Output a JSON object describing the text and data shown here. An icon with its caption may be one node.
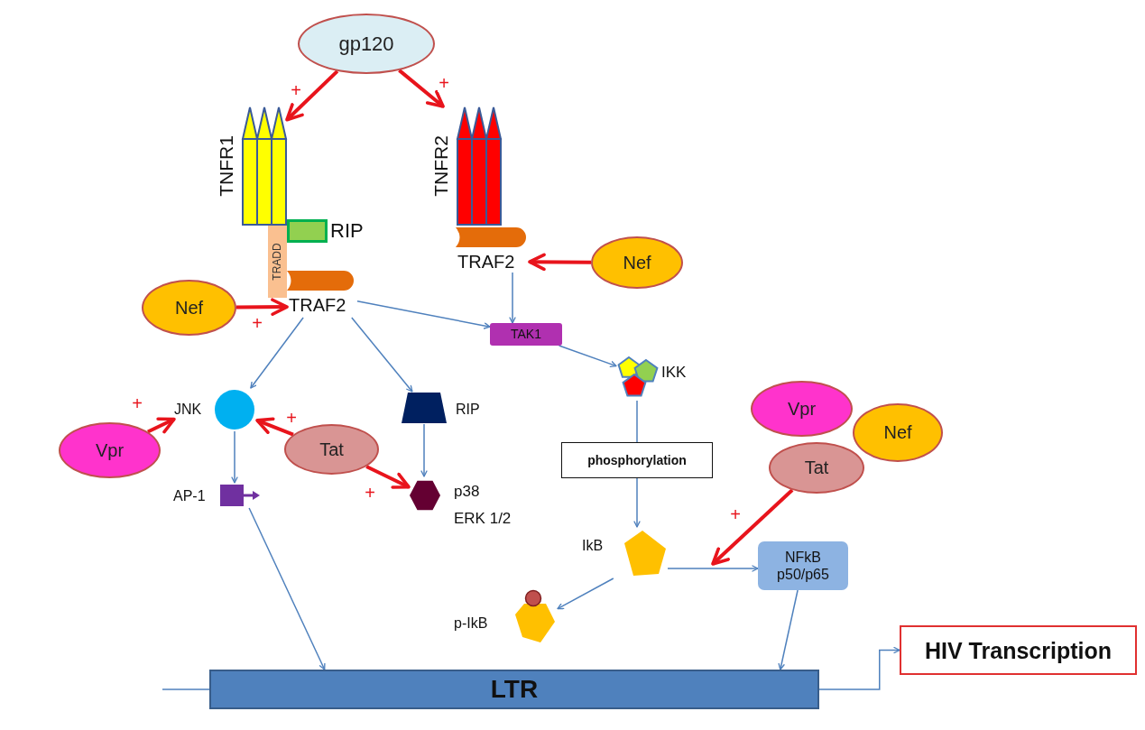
{
  "diagram": {
    "nodes": [
      {
        "text": [
          "gp120"
        ]
      },
      {
        "text": [
          "TNFR1"
        ]
      },
      {
        "text": [
          "TNFR2"
        ]
      },
      {
        "text": [
          "RIP"
        ]
      },
      {
        "text": [
          "TRADD"
        ]
      },
      {
        "text": [
          "TRAF2"
        ]
      },
      {
        "text": [
          "TRAF2"
        ]
      },
      {
        "text": [
          "Nef"
        ]
      },
      {
        "text": [
          "Nef"
        ]
      },
      {
        "text": [
          "TAK1"
        ]
      },
      {
        "text": [
          "IKK"
        ]
      },
      {
        "text": [
          "JNK"
        ]
      },
      {
        "text": [
          "Vpr"
        ]
      },
      {
        "text": [
          "Tat"
        ]
      },
      {
        "text": [
          "RIP"
        ]
      },
      {
        "text": [
          "AP-1"
        ]
      },
      {
        "text": [
          "p38",
          "ERK 1/2"
        ]
      },
      {
        "text": [
          "phosphorylation"
        ]
      },
      {
        "text": [
          "Vpr"
        ]
      },
      {
        "text": [
          "Nef"
        ]
      },
      {
        "text": [
          "Tat"
        ]
      },
      {
        "text": [
          "IkB"
        ]
      },
      {
        "text": [
          "NFkB p50/p65"
        ]
      },
      {
        "text": [
          "p-IkB"
        ]
      },
      {
        "text": [
          "LTR"
        ]
      },
      {
        "text": [
          "HIV Transcription"
        ]
      }
    ],
    "edges": [
      {
        "from": 0,
        "to": 1,
        "arrow": "to",
        "label": "+",
        "style": "thick",
        "color": "#e8141c"
      },
      {
        "from": 0,
        "to": 2,
        "arrow": "to",
        "label": "+",
        "style": "thick",
        "color": "#e8141c"
      },
      {
        "from": 8,
        "to": 5,
        "arrow": "to",
        "label": "+",
        "style": "thick",
        "color": "#e8141c"
      },
      {
        "from": 7,
        "to": 6,
        "arrow": "to",
        "style": "thick",
        "color": "#e8141c"
      },
      {
        "from": 5,
        "to": 9,
        "arrow": "to"
      },
      {
        "from": 6,
        "to": 9,
        "arrow": "to"
      },
      {
        "from": 5,
        "to": 11,
        "arrow": "to"
      },
      {
        "from": 5,
        "to": 14,
        "arrow": "to"
      },
      {
        "from": 9,
        "to": 10,
        "arrow": "to"
      },
      {
        "from": 10,
        "to": 17,
        "arrow": "none"
      },
      {
        "from": 17,
        "to": 21,
        "arrow": "to"
      },
      {
        "from": 12,
        "to": 11,
        "arrow": "to",
        "label": "+",
        "style": "thick",
        "color": "#e8141c"
      },
      {
        "from": 13,
        "to": 11,
        "arrow": "to",
        "label": "+",
        "style": "thick",
        "color": "#e8141c"
      },
      {
        "from": 13,
        "to": 16,
        "arrow": "to",
        "label": "+",
        "style": "thick",
        "color": "#e8141c"
      },
      {
        "from": 14,
        "to": 16,
        "arrow": "to"
      },
      {
        "from": 11,
        "to": 15,
        "arrow": "to"
      },
      {
        "from": 15,
        "to": 24,
        "arrow": "to"
      },
      {
        "from": 21,
        "to": 22,
        "arrow": "to"
      },
      {
        "from": 21,
        "to": 23,
        "arrow": "to"
      },
      {
        "from": 20,
        "to": null,
        "arrow": "to",
        "label": "+",
        "style": "thick",
        "color": "#e8141c"
      },
      {
        "from": 22,
        "to": 24,
        "arrow": "to"
      },
      {
        "from": 24,
        "to": 25,
        "arrow": "to"
      }
    ]
  }
}
